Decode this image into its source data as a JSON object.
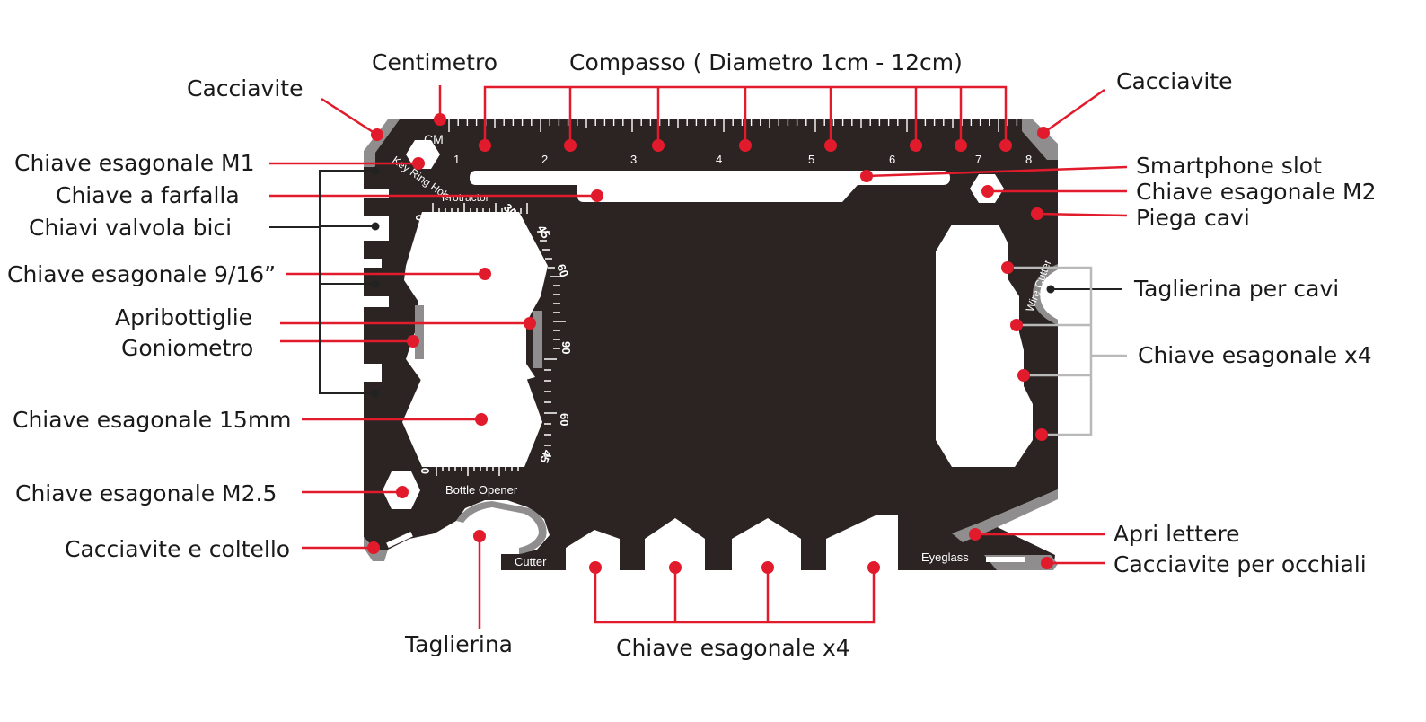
{
  "colors": {
    "card": "#2b2423",
    "bevel": "#8f8d8d",
    "marker": "#e11b2c",
    "line_dark": "#222222",
    "line_gray": "#b9b9b9"
  },
  "card_text": {
    "cm": "CM",
    "ruler_numbers": [
      "1",
      "2",
      "3",
      "4",
      "5",
      "6",
      "7",
      "8"
    ],
    "key_ring_hole": "Key Ring Hole",
    "protractor": "Protractor",
    "wire_cutter": "Wire Cutter",
    "bottle_opener": "Bottle Opener",
    "cutter": "Cutter",
    "eyeglass": "Eyeglass",
    "angles_upper": [
      "0",
      "30",
      "45",
      "60",
      "90"
    ],
    "angles_lower": [
      "60",
      "45",
      "0"
    ]
  },
  "labels": {
    "cacciavite_left": "Cacciavite",
    "centimetro": "Centimetro",
    "compasso": "Compasso ( Diametro 1cm - 12cm)",
    "cacciavite_right": "Cacciavite",
    "chiave_m1": "Chiave esagonale M1",
    "chiave_farfalla": "Chiave a farfalla",
    "chiavi_valvola": "Chiavi valvola bici",
    "chiave_916": "Chiave esagonale 9/16”",
    "apribottiglie": "Apribottiglie",
    "goniometro": "Goniometro",
    "chiave_15mm": "Chiave esagonale 15mm",
    "chiave_m25": "Chiave esagonale M2.5",
    "cacciavite_coltello": "Cacciavite e coltello",
    "taglierina": "Taglierina",
    "chiave_x4_bottom": "Chiave esagonale x4",
    "smartphone_slot": "Smartphone slot",
    "chiave_m2": "Chiave esagonale M2",
    "piega_cavi": "Piega cavi",
    "taglierina_cavi": "Taglierina per cavi",
    "chiave_x4_right": "Chiave esagonale x4",
    "apri_lettere": "Apri lettere",
    "cacciavite_occhiali": "Cacciavite per occhiali"
  }
}
